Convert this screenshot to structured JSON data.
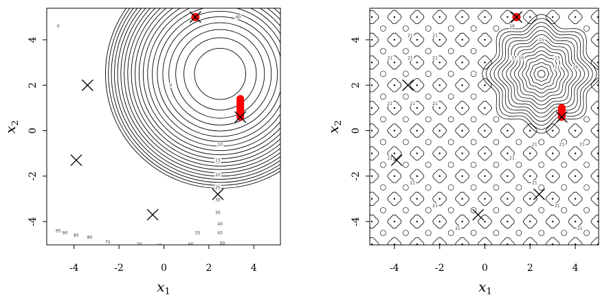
{
  "chart_data": [
    {
      "type": "contour",
      "panel": "left",
      "xlabel": "x",
      "xlabel_sub": "1",
      "ylabel": "x",
      "ylabel_sub": "2",
      "xlim": [
        -5,
        5
      ],
      "ylim": [
        -5,
        5
      ],
      "xticks": [
        -4,
        -2,
        0,
        2,
        4
      ],
      "yticks": [
        -4,
        -2,
        0,
        2,
        4
      ],
      "grid": false,
      "minimum": [
        2.5,
        2.5
      ],
      "contour_levels": [
        0,
        5,
        10,
        15,
        20,
        25,
        30,
        35,
        40,
        45,
        50,
        55,
        60,
        65,
        70,
        75,
        80,
        85,
        90,
        95,
        100
      ],
      "contour_labels": [
        {
          "text": "0",
          "x": 0.3,
          "y": 2.0
        },
        {
          "text": "10",
          "x": 2.5,
          "y": -0.6
        },
        {
          "text": "15",
          "x": 2.4,
          "y": -1.3
        },
        {
          "text": "20",
          "x": 2.4,
          "y": -1.95
        },
        {
          "text": "25",
          "x": 2.4,
          "y": -2.5
        },
        {
          "text": "30",
          "x": 2.4,
          "y": -3.05
        },
        {
          "text": "35",
          "x": 2.4,
          "y": -3.6
        },
        {
          "text": "40",
          "x": 2.5,
          "y": -4.1
        },
        {
          "text": "45",
          "x": 2.5,
          "y": -4.5
        },
        {
          "text": "50",
          "x": 2.6,
          "y": -4.95
        },
        {
          "text": "55",
          "x": 1.5,
          "y": -4.5
        },
        {
          "text": "60",
          "x": 1.2,
          "y": -5.0
        },
        {
          "text": "65",
          "x": -0.2,
          "y": -5.05
        },
        {
          "text": "70",
          "x": -1.1,
          "y": -5.0
        },
        {
          "text": "75",
          "x": -2.5,
          "y": -4.9
        },
        {
          "text": "80",
          "x": -3.3,
          "y": -4.7
        },
        {
          "text": "85",
          "x": -3.9,
          "y": -4.6
        },
        {
          "text": "90",
          "x": -4.4,
          "y": -4.5
        },
        {
          "text": "95",
          "x": -4.7,
          "y": -4.4
        },
        {
          "text": "40",
          "x": 3.3,
          "y": 5.0
        },
        {
          "text": "0",
          "x": -4.7,
          "y": 4.6
        }
      ],
      "x_markers": [
        [
          1.4,
          5.0
        ],
        [
          -3.4,
          2.0
        ],
        [
          -3.9,
          -1.3
        ],
        [
          -0.5,
          -3.7
        ],
        [
          2.4,
          -2.8
        ],
        [
          3.4,
          0.6
        ]
      ],
      "red_points": [
        [
          1.4,
          5.0
        ]
      ],
      "red_path": [
        [
          3.4,
          0.6
        ],
        [
          3.4,
          0.8
        ],
        [
          3.4,
          1.0
        ],
        [
          3.4,
          1.2
        ],
        [
          3.4,
          1.4
        ]
      ],
      "marker_color": "#000000",
      "path_color": "#ff0000"
    },
    {
      "type": "contour",
      "panel": "right",
      "xlabel": "x",
      "xlabel_sub": "1",
      "ylabel": "x",
      "ylabel_sub": "2",
      "xlim": [
        -5,
        5
      ],
      "ylim": [
        -5,
        5
      ],
      "xticks": [
        -4,
        -2,
        0,
        2,
        4
      ],
      "yticks": [
        -4,
        -2,
        0,
        2,
        4
      ],
      "grid": false,
      "minimum": [
        2.5,
        2.5
      ],
      "contour_labels": [
        {
          "text": "21",
          "x": -3.3,
          "y": 4.2
        },
        {
          "text": "21",
          "x": -2.2,
          "y": 4.2
        },
        {
          "text": "21",
          "x": -4.2,
          "y": 3.2
        },
        {
          "text": "21",
          "x": -3.3,
          "y": 3.2
        },
        {
          "text": "21",
          "x": -2.2,
          "y": 3.2
        },
        {
          "text": "21",
          "x": -4.2,
          "y": 1.2
        },
        {
          "text": "21",
          "x": -3.2,
          "y": 1.2
        },
        {
          "text": "21",
          "x": -2.2,
          "y": 1.2
        },
        {
          "text": "21",
          "x": -4.2,
          "y": -1.2
        },
        {
          "text": "21",
          "x": -3.2,
          "y": -2.3
        },
        {
          "text": "21",
          "x": -2.2,
          "y": -3.3
        },
        {
          "text": "21",
          "x": -1.2,
          "y": -4.3
        },
        {
          "text": "21",
          "x": 1.2,
          "y": -1.2
        },
        {
          "text": "21",
          "x": 2.2,
          "y": -2.3
        },
        {
          "text": "21",
          "x": 3.2,
          "y": -3.3
        },
        {
          "text": "21",
          "x": 4.2,
          "y": -4.3
        },
        {
          "text": "21",
          "x": 2.2,
          "y": -0.6
        },
        {
          "text": "21",
          "x": 3.4,
          "y": -0.6
        },
        {
          "text": "21",
          "x": 4.3,
          "y": -0.6
        },
        {
          "text": "19",
          "x": 4.0,
          "y": 2.8
        },
        {
          "text": "17",
          "x": 1.3,
          "y": 3.2
        },
        {
          "text": "15",
          "x": 2.5,
          "y": 4.0
        },
        {
          "text": "13",
          "x": 3.2,
          "y": 3.2
        },
        {
          "text": "11",
          "x": 3.2,
          "y": 2.8
        },
        {
          "text": "10",
          "x": 1.6,
          "y": 3.2
        },
        {
          "text": "19",
          "x": 1.2,
          "y": 4.6
        }
      ],
      "x_markers": [
        [
          1.4,
          5.0
        ],
        [
          -3.4,
          2.0
        ],
        [
          -3.9,
          -1.3
        ],
        [
          -0.3,
          -3.7
        ],
        [
          2.4,
          -2.8
        ],
        [
          3.4,
          0.6
        ]
      ],
      "red_points": [
        [
          1.4,
          5.0
        ]
      ],
      "red_path": [
        [
          3.4,
          0.6
        ],
        [
          3.4,
          0.75
        ],
        [
          3.4,
          0.9
        ],
        [
          3.4,
          1.0
        ]
      ],
      "marker_color": "#000000",
      "path_color": "#ff0000"
    }
  ]
}
